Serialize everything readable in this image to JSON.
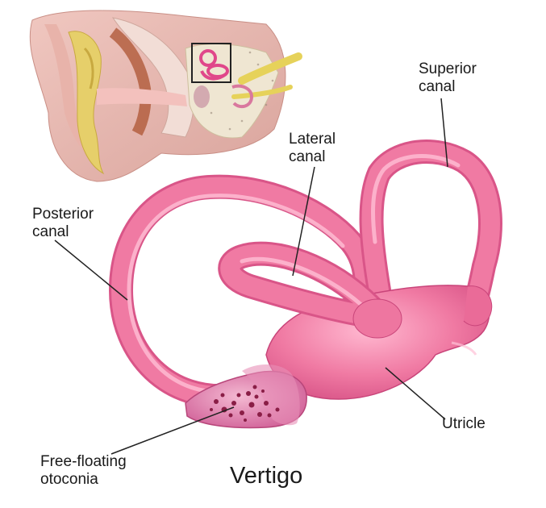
{
  "diagram": {
    "title": "Vertigo",
    "labels": {
      "superior_canal": [
        "Superior",
        "canal"
      ],
      "lateral_canal": [
        "Lateral",
        "canal"
      ],
      "posterior_canal": [
        "Posterior",
        "canal"
      ],
      "utricle": "Utricle",
      "otoconia": [
        "Free-floating",
        "otoconia"
      ]
    },
    "inset": "ear cross-section with highlighted inner ear",
    "colors": {
      "canal_pink": "#f07aa3",
      "canal_dark": "#d95588",
      "canal_light": "#ffc0d6",
      "otoconia": "#8a1e46",
      "leader_line": "#222222"
    }
  }
}
